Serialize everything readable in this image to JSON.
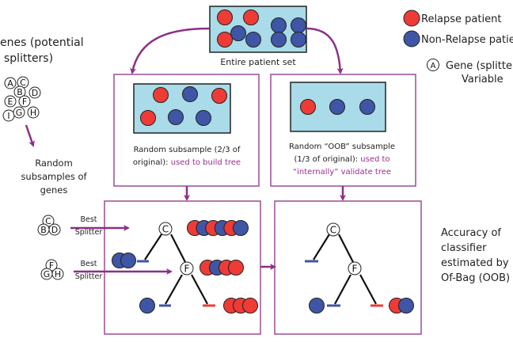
{
  "colors": {
    "relapse": "#ee3b36",
    "nonrelapse": "#3f56a6",
    "sample_bg": "#a9dbe8",
    "frame": "#9b4d96",
    "arrow": "#8c2f86",
    "highlight_text": "#9b2f8e"
  },
  "legend": {
    "relapse_label": "Relapse patient",
    "nonrelapse_label": "Non-Relapse patie",
    "gene_symbol": "A",
    "gene_label_line1": "Gene (splitte",
    "gene_label_line2": "Variable"
  },
  "genes_panel": {
    "title_line1": "enes (potential",
    "title_line2": "splitters)",
    "gene_letters": [
      "A",
      "C",
      "B",
      "D",
      "E",
      "F",
      "I",
      "G",
      "H"
    ],
    "subsample_label_line1": "Random",
    "subsample_label_line2": "subsamples of",
    "subsample_label_line3": "genes"
  },
  "entire_set": {
    "label": "Entire patient set",
    "patients": [
      "relapse",
      "relapse",
      "nonrelapse",
      "relapse",
      "nonrelapse",
      "nonrelapse",
      "nonrelapse",
      "nonrelapse",
      "nonrelapse"
    ]
  },
  "bootstrap_box": {
    "text_line1": "Random subsample (2/3 of",
    "text_line2_plain": "original): ",
    "text_line2_highlight": "used to build tree",
    "patients": [
      "relapse",
      "nonrelapse",
      "relapse",
      "relapse",
      "nonrelapse",
      "nonrelapse"
    ]
  },
  "oob_box": {
    "text_line1": "Random “OOB” subsample",
    "text_line2_plain": "(1/3 of original): ",
    "text_line2_highlight": "used to",
    "text_line3_highlight": "“internally” validate tree",
    "patients": [
      "relapse",
      "nonrelapse",
      "nonrelapse"
    ]
  },
  "splitters": [
    {
      "genes": [
        "C",
        "B",
        "D"
      ],
      "label_line1": "Best",
      "label_line2": "Splitter"
    },
    {
      "genes": [
        "F",
        "G",
        "H"
      ],
      "label_line1": "Best",
      "label_line2": "Splitter"
    }
  ],
  "train_tree": {
    "root": "C",
    "child": "F",
    "root_group": [
      "relapse",
      "nonrelapse",
      "relapse",
      "nonrelapse",
      "relapse",
      "nonrelapse"
    ],
    "left_leaf_group": [
      "nonrelapse",
      "nonrelapse"
    ],
    "child_group": [
      "relapse",
      "nonrelapse",
      "relapse",
      "relapse"
    ],
    "child_left_leaf_group": [
      "nonrelapse"
    ],
    "child_right_leaf_group": [
      "relapse",
      "relapse",
      "relapse"
    ]
  },
  "oob_tree": {
    "root": "C",
    "child": "F",
    "child_left_leaf_group": [
      "nonrelapse"
    ],
    "child_right_leaf_group": [
      "relapse",
      "nonrelapse"
    ]
  },
  "accuracy_text": {
    "line1": "Accuracy of",
    "line2": "classifier",
    "line3": "estimated by",
    "line4": "Of-Bag (OOB)"
  }
}
